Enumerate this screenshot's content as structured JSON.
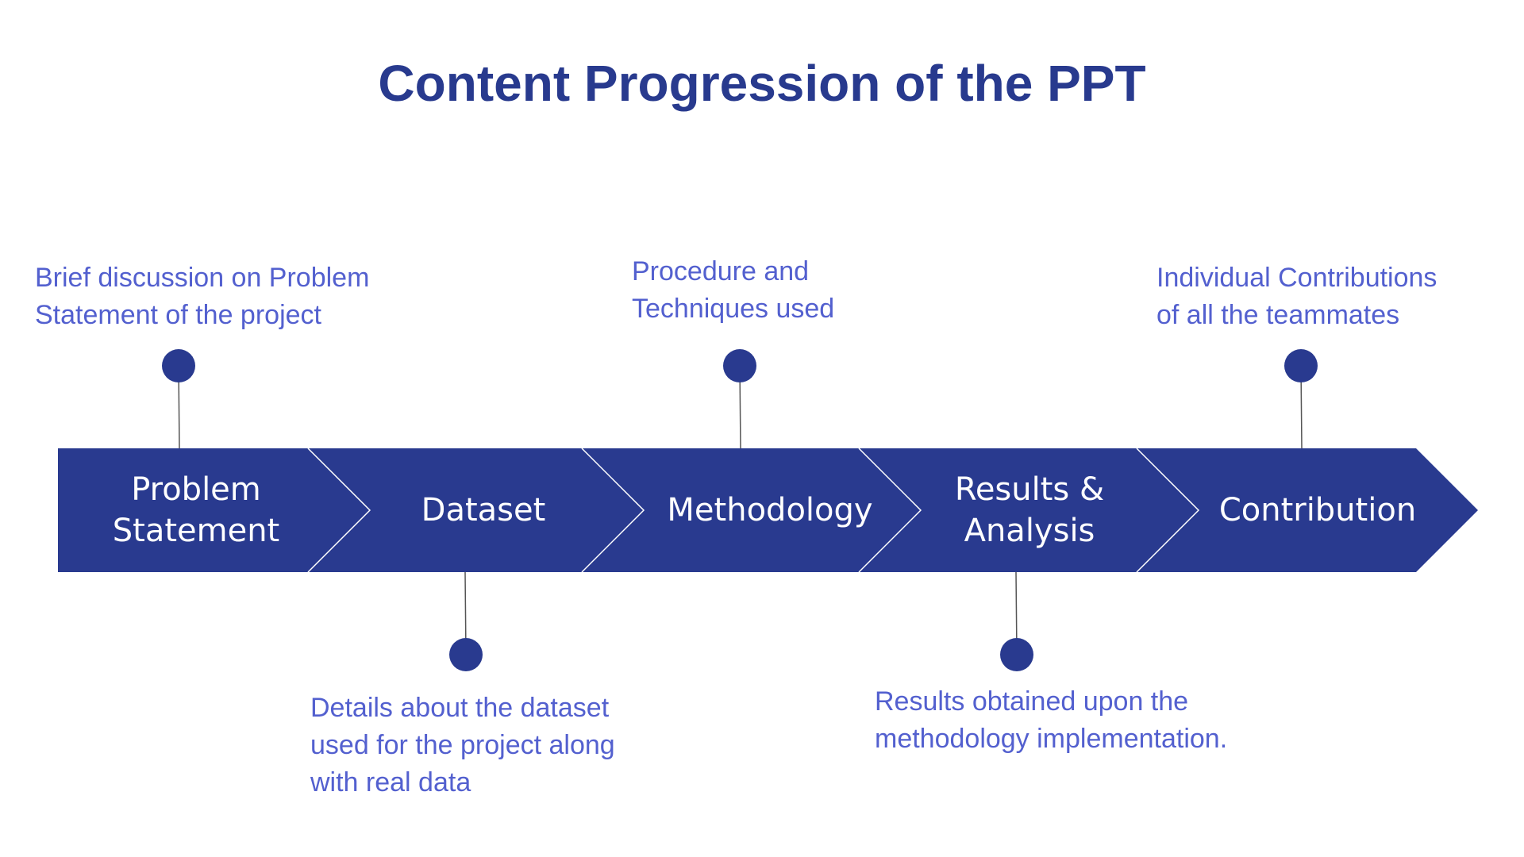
{
  "title": "Content Progression of the PPT",
  "colors": {
    "title": "#283A8E",
    "arrow_fill": "#293A8F",
    "arrow_divider": "#ffffff",
    "dot": "#293A8F",
    "connector": "#555555",
    "note_text": "#5360CF",
    "step_text": "#ffffff"
  },
  "steps": [
    {
      "label": "Problem\nStatement",
      "note": "Brief discussion on Problem\nStatement of the project",
      "note_position": "above"
    },
    {
      "label": "Dataset",
      "note": "Details about the dataset\nused for the project along\nwith real data",
      "note_position": "below"
    },
    {
      "label": "Methodology",
      "note": "Procedure and\nTechniques used",
      "note_position": "above"
    },
    {
      "label": "Results &\nAnalysis",
      "note": "Results obtained upon the\nmethodology implementation.",
      "note_position": "below"
    },
    {
      "label": "Contribution",
      "note": "Individual Contributions\nof all the teammates",
      "note_position": "above"
    }
  ]
}
